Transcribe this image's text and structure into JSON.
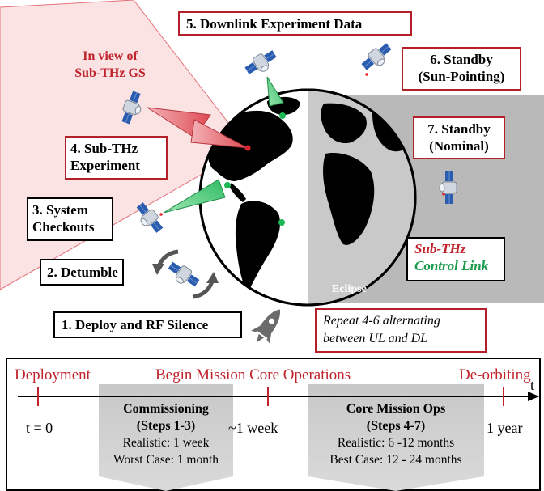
{
  "steps": {
    "s1": "1. Deploy and RF Silence",
    "s2": "2. Detumble",
    "s3_line1": "3.  System",
    "s3_line2": "Checkouts",
    "s4_line1": "4. Sub-THz",
    "s4_line2": "Experiment",
    "s5": "5. Downlink Experiment Data",
    "s6_line1": "6.  Standby",
    "s6_line2": "(Sun-Pointing)",
    "s7_line1": "7. Standby",
    "s7_line2": "(Nominal)"
  },
  "annotations": {
    "in_view_line1": "In view of",
    "in_view_line2": "Sub-THz GS",
    "eclipse": "Eclipse",
    "repeat_line1": "Repeat 4-6 alternating",
    "repeat_line2": "between UL and DL"
  },
  "legend": {
    "subthz": "Sub-THz",
    "control": "Control Link"
  },
  "timeline": {
    "deployment": "Deployment",
    "begin_ops": "Begin Mission Core Operations",
    "deorbiting": "De-orbiting",
    "t_axis": "t",
    "tick_0": "t = 0",
    "tick_week": "~1 week",
    "tick_year": "1 year",
    "commissioning": {
      "title_line1": "Commissioning",
      "title_line2": "(Steps 1-3)",
      "realistic": "Realistic: 1 week",
      "case": "Worst Case: 1 month"
    },
    "core": {
      "title_line1": "Core Mission Ops",
      "title_line2": "(Steps 4-7)",
      "realistic": "Realistic: 6 -12 months",
      "case": "Best Case: 12 - 24 months"
    }
  },
  "colors": {
    "red": "#c0232c",
    "green": "#1a9a4c",
    "eclipse_gray": "#b9b9b9"
  }
}
